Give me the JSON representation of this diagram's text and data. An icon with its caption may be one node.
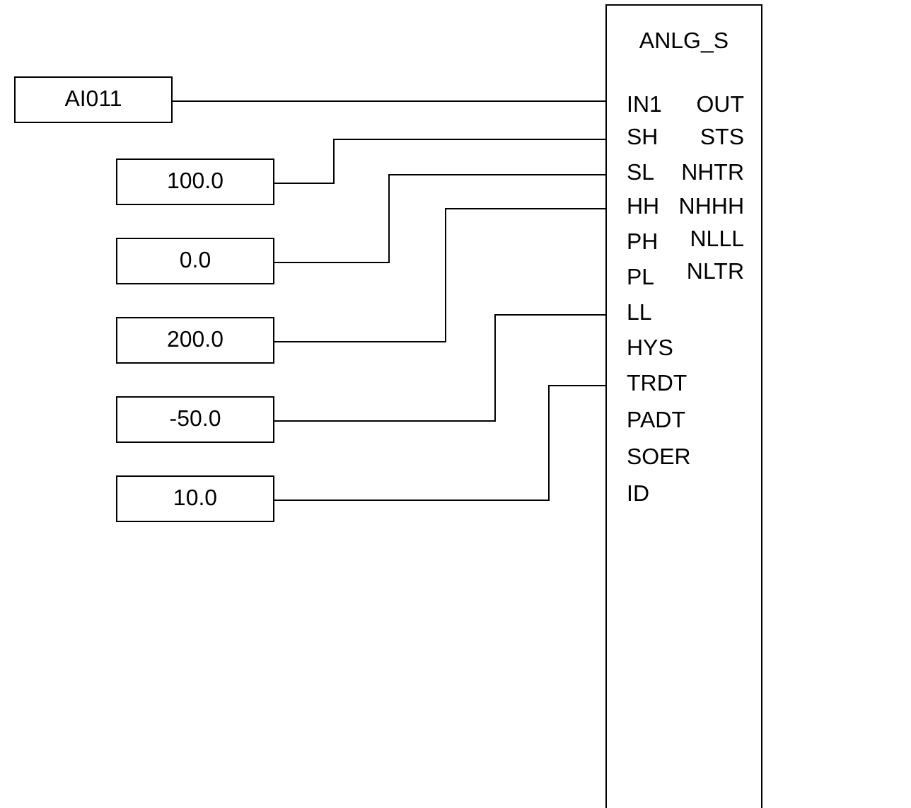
{
  "diagram": {
    "nodes": [
      {
        "text": [
          "AI011"
        ]
      },
      {
        "text": [
          "100.0"
        ]
      },
      {
        "text": [
          "0.0"
        ]
      },
      {
        "text": [
          "200.0"
        ]
      },
      {
        "text": [
          "-50.0"
        ]
      },
      {
        "text": [
          "10.0"
        ]
      },
      {
        "text": [
          "ANLG_S"
        ]
      },
      {
        "text": [
          "IN1"
        ],
        "in": 6
      },
      {
        "text": [
          "SH"
        ],
        "in": 6
      },
      {
        "text": [
          "SL"
        ],
        "in": 6
      },
      {
        "text": [
          "HH"
        ],
        "in": 6
      },
      {
        "text": [
          "PH"
        ],
        "in": 6
      },
      {
        "text": [
          "PL"
        ],
        "in": 6
      },
      {
        "text": [
          "LL"
        ],
        "in": 6
      },
      {
        "text": [
          "HYS"
        ],
        "in": 6
      },
      {
        "text": [
          "TRDT"
        ],
        "in": 6
      },
      {
        "text": [
          "PADT"
        ],
        "in": 6
      },
      {
        "text": [
          "SOER"
        ],
        "in": 6
      },
      {
        "text": [
          "ID"
        ],
        "in": 6
      },
      {
        "text": [
          "OUT"
        ],
        "in": 6
      },
      {
        "text": [
          "STS"
        ],
        "in": 6
      },
      {
        "text": [
          "NHTR"
        ],
        "in": 6
      },
      {
        "text": [
          "NHHH"
        ],
        "in": 6
      },
      {
        "text": [
          "NLLL"
        ],
        "in": 6
      },
      {
        "text": [
          "NLTR"
        ],
        "in": 6
      }
    ],
    "edges": [
      {
        "from": 0,
        "to": 7,
        "arrow": "none"
      },
      {
        "from": 1,
        "to": 8,
        "arrow": "none"
      },
      {
        "from": 2,
        "to": 9,
        "arrow": "none"
      },
      {
        "from": 3,
        "to": 10,
        "arrow": "none"
      },
      {
        "from": 4,
        "to": 13,
        "arrow": "none"
      },
      {
        "from": 5,
        "to": 15,
        "arrow": "none"
      }
    ]
  }
}
